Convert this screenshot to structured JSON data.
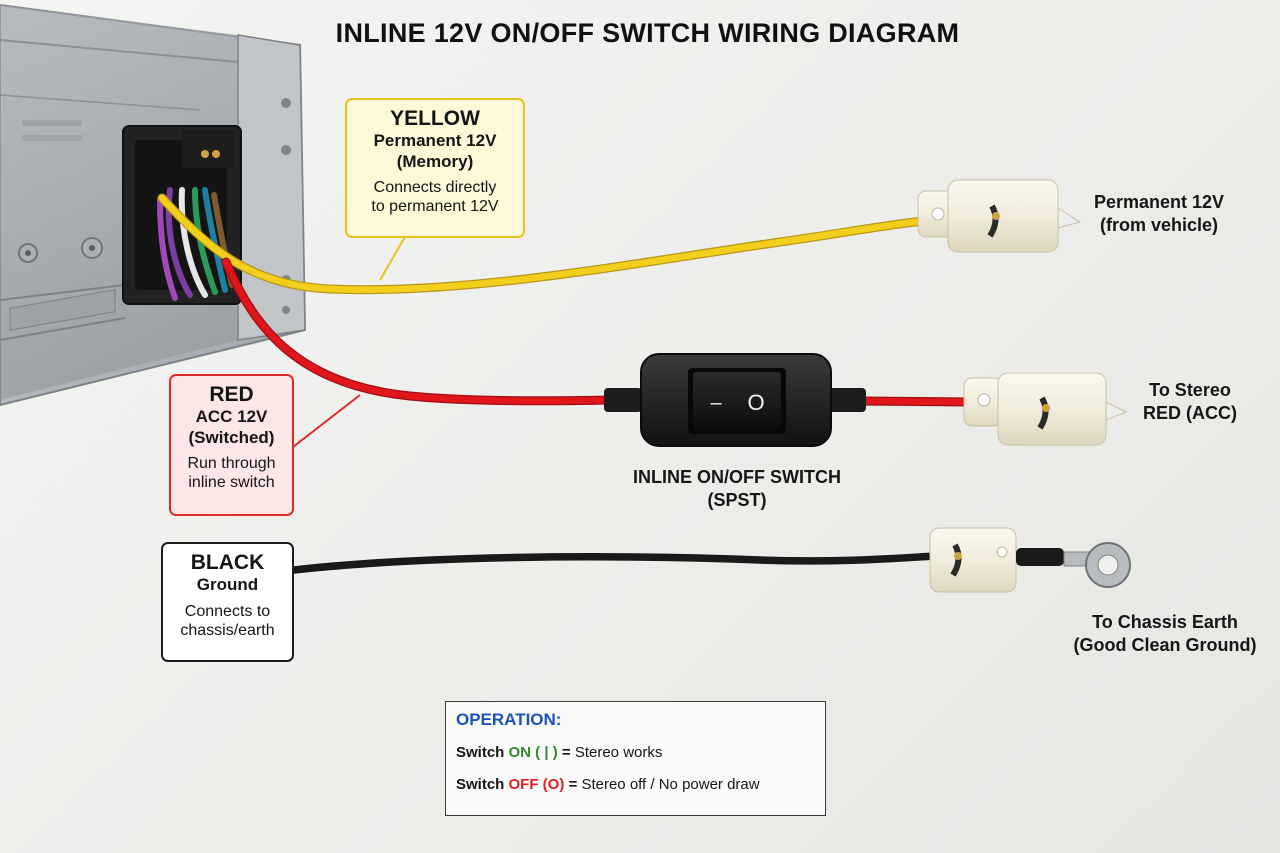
{
  "title": "INLINE 12V ON/OFF SWITCH WIRING DIAGRAM",
  "callouts": {
    "yellow": {
      "heading": "YELLOW",
      "subtitle_1": "Permanent 12V",
      "subtitle_2": "(Memory)",
      "description_1": "Connects directly",
      "description_2": "to permanent 12V"
    },
    "red": {
      "heading": "RED",
      "subtitle_1": "ACC 12V",
      "subtitle_2": "(Switched)",
      "description_1": "Run through",
      "description_2": "inline switch"
    },
    "black": {
      "heading": "BLACK",
      "subtitle_1": "Ground",
      "description_1": "Connects to",
      "description_2": "chassis/earth"
    }
  },
  "switch_label": {
    "line_1": "INLINE ON/OFF SWITCH",
    "line_2": "(SPST)"
  },
  "switch_symbols": {
    "on": "–",
    "off": "O"
  },
  "destinations": {
    "yellow": {
      "line_1": "Permanent 12V",
      "line_2": "(from vehicle)"
    },
    "red": {
      "line_1": "To Stereo",
      "line_2": "RED (ACC)"
    },
    "black": {
      "line_1": "To Chassis Earth",
      "line_2": "(Good Clean Ground)"
    }
  },
  "operation": {
    "heading": "OPERATION:",
    "on_row": {
      "prefix": "Switch ",
      "state": "ON ( | )",
      "equals": " = ",
      "result": "Stereo works"
    },
    "off_row": {
      "prefix": "Switch ",
      "state": "OFF (O)",
      "equals": " = ",
      "result": "Stereo off / No power draw"
    }
  },
  "colors": {
    "yellow_wire": "#f2cf1c",
    "red_wire": "#e0161c",
    "black_wire": "#1a1a1a",
    "operation_heading": "#1d52b8",
    "on_state": "#2f8a2f",
    "off_state": "#e02020"
  }
}
